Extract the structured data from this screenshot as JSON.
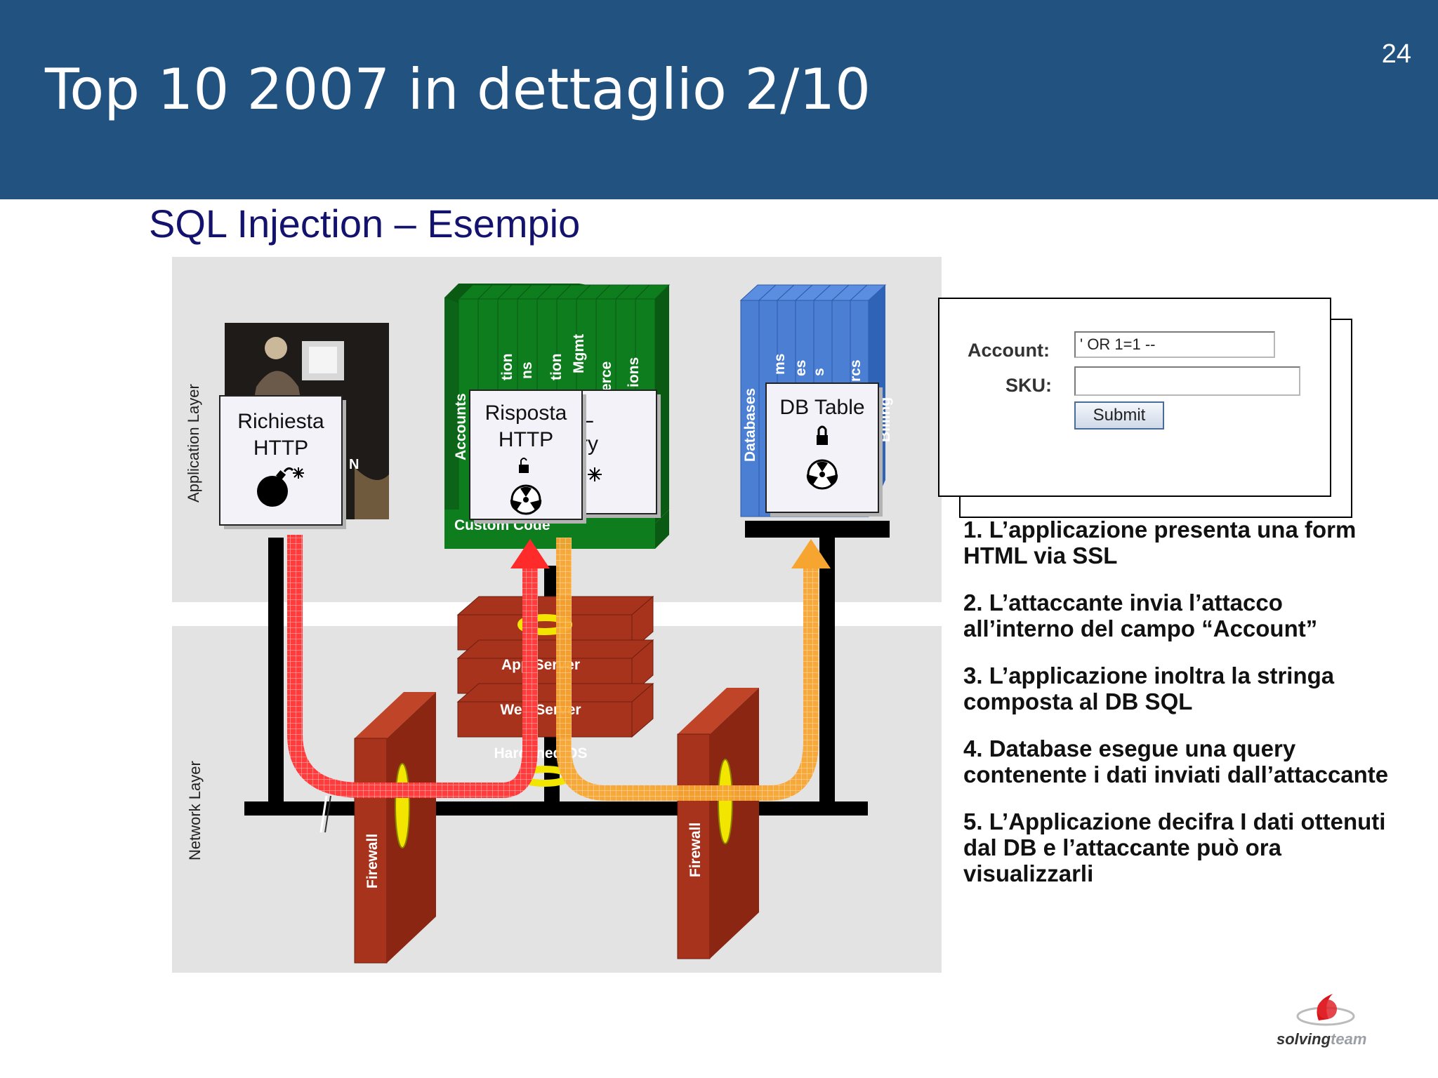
{
  "page_number": "24",
  "title": "Top 10 2007 in dettaglio 2/10",
  "subtitle": "SQL Injection – Esempio",
  "diagram": {
    "layer_app": "Application Layer",
    "layer_network": "Network Layer",
    "request_box": [
      "Richiesta",
      "HTTP"
    ],
    "response_box": [
      "Risposta",
      "HTTP"
    ],
    "db_box": "DB Table",
    "custom_code": "Custom Code",
    "peek_n": "N",
    "peek_l": "L",
    "peek_ry": "ry",
    "green_labels": [
      "Accounts",
      "tion",
      "ns",
      "tion",
      "Mgmt",
      "erce",
      "ions"
    ],
    "blue_labels": [
      "Databases",
      "ms",
      "es",
      "s",
      "rcs",
      "Billing"
    ],
    "servers": [
      "App Server",
      "Web Server",
      "Hardened OS"
    ],
    "firewall": "Firewall"
  },
  "form": {
    "account_label": "Account:",
    "account_value": "' OR 1=1 --",
    "sku_label": "SKU:",
    "sku_value": "",
    "submit_label": "Submit"
  },
  "steps": [
    "1.  L’applicazione presenta una form  HTML via SSL",
    "2. L’attaccante invia l’attacco all’interno del campo “Account”",
    "3.  L’applicazione inoltra la stringa composta al DB SQL",
    "4. Database esegue una query contenente i dati inviati dall’attaccante",
    "5. L’Applicazione decifra I dati ottenuti dal DB e l’attaccante può ora visualizzarli"
  ],
  "logo": {
    "text_a": "solving",
    "text_b": "team"
  },
  "colors": {
    "header": "#215280",
    "subtitle": "#13136e",
    "green": "#0e7d1e",
    "blue": "#3f74c9",
    "brick": "#a8331c"
  }
}
